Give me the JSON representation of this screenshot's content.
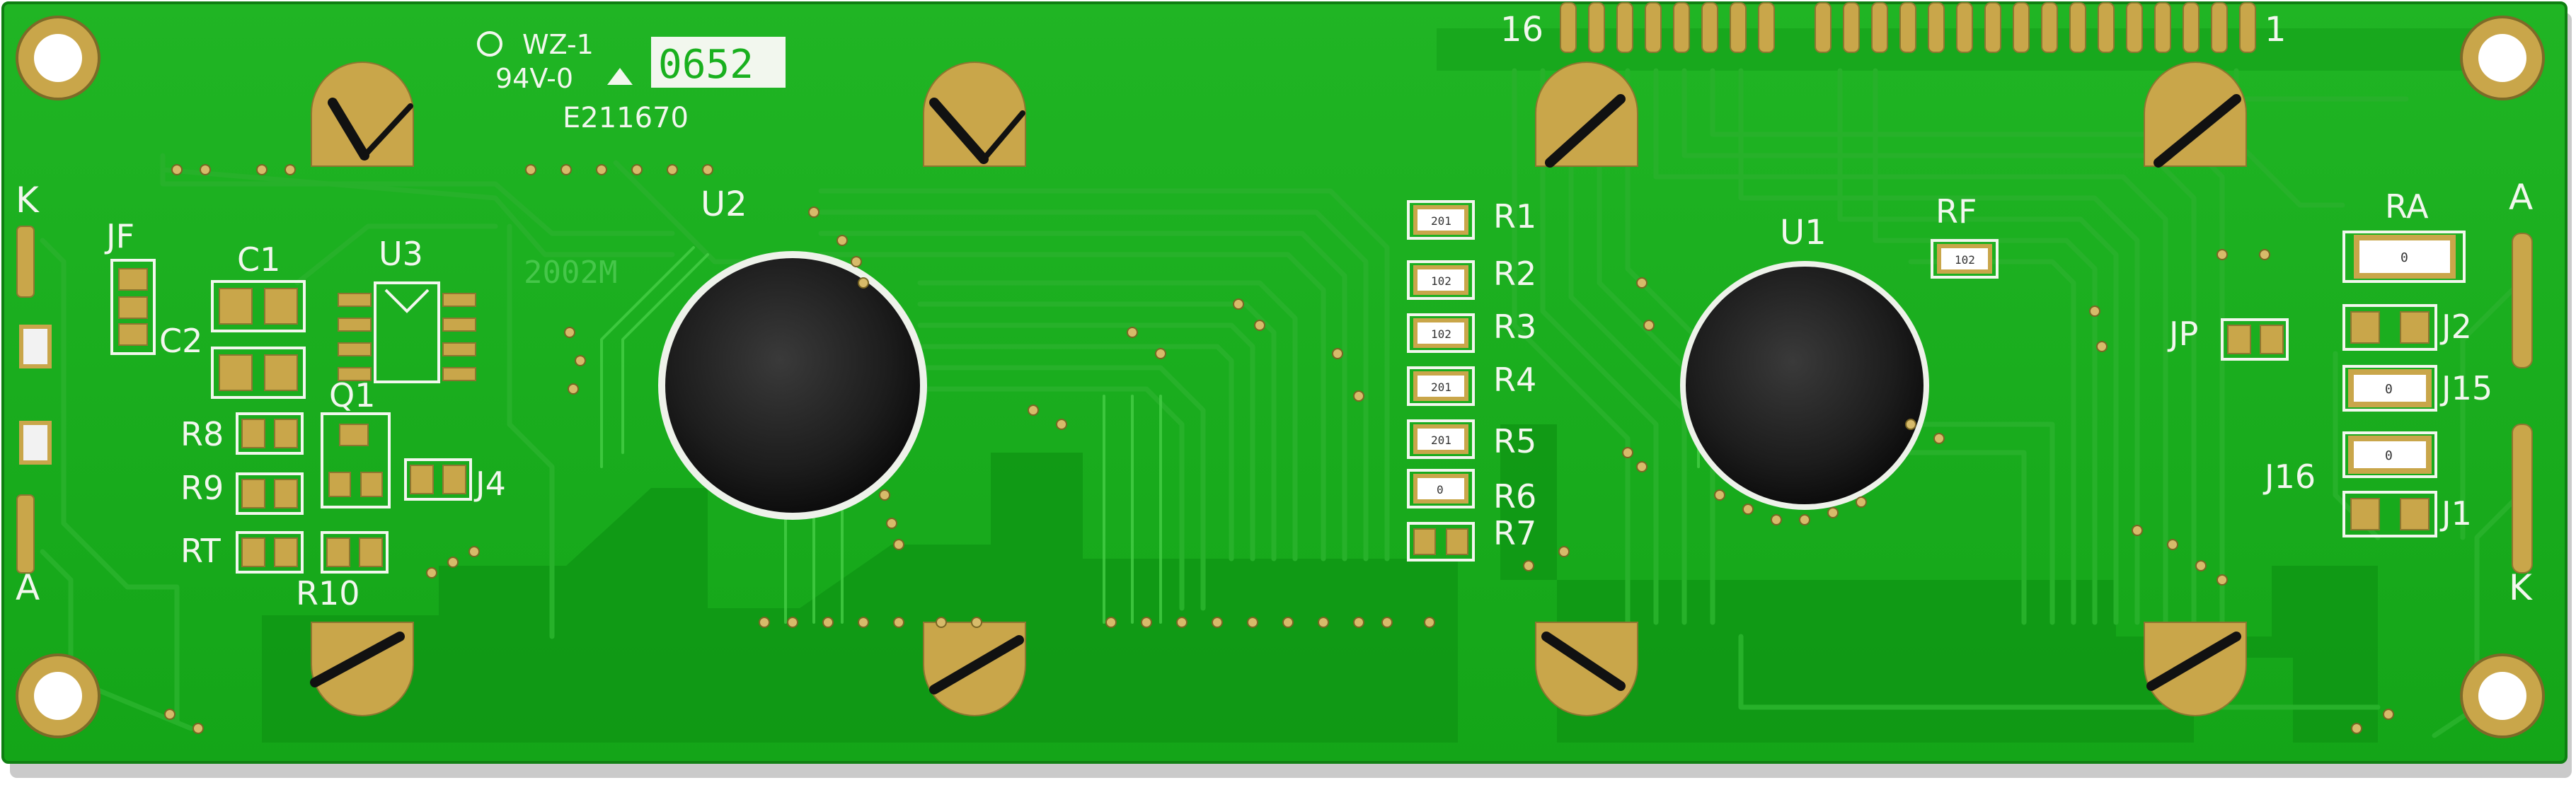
{
  "board": {
    "marking_wz": "WZ-1",
    "marking_94v": "94V-0",
    "marking_e": "E211670",
    "marking_code": "0652",
    "marking_2002m": "2002M",
    "header_pin_left": "16",
    "header_pin_right": "1"
  },
  "edge_labels": {
    "left_top": "K",
    "left_bottom": "A",
    "right_top": "A",
    "right_bottom": "K"
  },
  "components": {
    "jf": "JF",
    "c1": "C1",
    "c2": "C2",
    "u3": "U3",
    "q1": "Q1",
    "r8": "R8",
    "r9": "R9",
    "rt": "RT",
    "r10": "R10",
    "j4": "J4",
    "u2": "U2",
    "u1": "U1",
    "rf": "RF",
    "r1": "R1",
    "r2": "R2",
    "r3": "R3",
    "r4": "R4",
    "r5": "R5",
    "r6": "R6",
    "r7": "R7",
    "jp": "JP",
    "ra": "RA",
    "j2": "J2",
    "j15": "J15",
    "j16": "J16",
    "j1": "J1"
  },
  "resistor_codes": {
    "r1": "201",
    "r2": "102",
    "r3": "102",
    "r4": "201",
    "r5": "201",
    "r6": "0",
    "rf": "102",
    "ra": "0",
    "j15": "0",
    "j16": "0"
  },
  "colors": {
    "board": "#19b01e",
    "board_dark": "#109615",
    "trace": "#27b12a",
    "silkscreen": "#f2f7ee",
    "gold": "#c9a64a",
    "epoxy_blob": "#1d1d1d"
  }
}
